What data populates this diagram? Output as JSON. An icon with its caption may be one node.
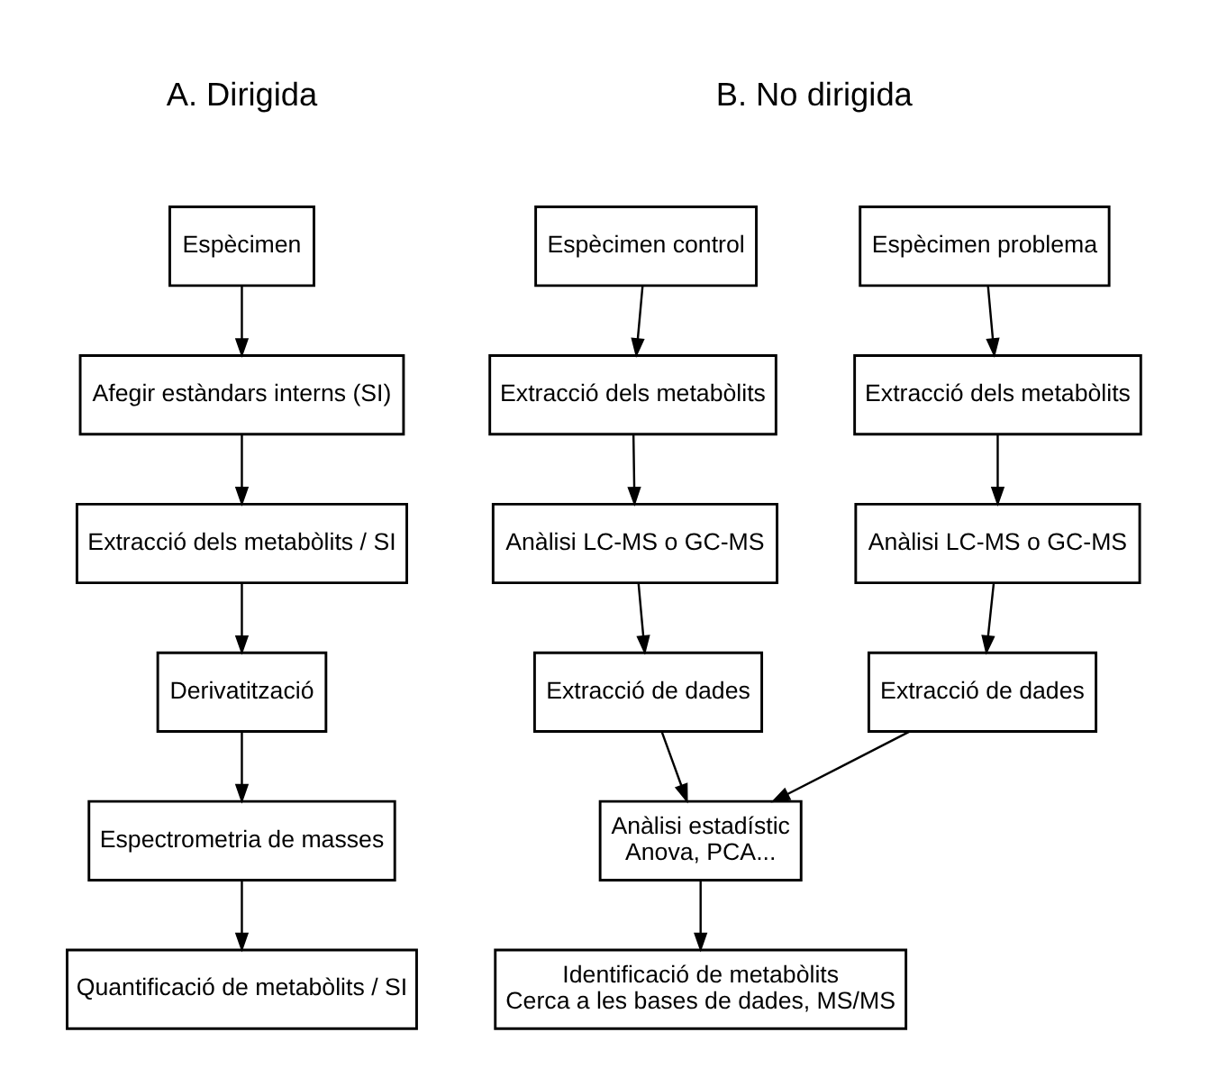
{
  "diagram": {
    "nodes": [
      {
        "text": [
          "Espècimen"
        ]
      },
      {
        "text": [
          "Afegir estàndars interns (SI)"
        ]
      },
      {
        "text": [
          "Extracció dels metabòlits / SI"
        ]
      },
      {
        "text": [
          "Derivatització"
        ]
      },
      {
        "text": [
          "Espectrometria de masses"
        ]
      },
      {
        "text": [
          "Quantificació de metabòlits / SI"
        ]
      },
      {
        "text": [
          "Espècimen control"
        ]
      },
      {
        "text": [
          "Espècimen problema"
        ]
      },
      {
        "text": [
          "Extracció dels metabòlits"
        ]
      },
      {
        "text": [
          "Extracció dels metabòlits"
        ]
      },
      {
        "text": [
          "Anàlisi LC-MS o GC-MS"
        ]
      },
      {
        "text": [
          "Anàlisi LC-MS o GC-MS"
        ]
      },
      {
        "text": [
          "Extracció de dades"
        ]
      },
      {
        "text": [
          "Extracció de dades"
        ]
      },
      {
        "text": [
          "Anàlisi estadístic",
          "Anova, PCA..."
        ]
      },
      {
        "text": [
          "Identificació de metabòlits",
          "Cerca a les bases de dades, MS/MS"
        ]
      }
    ],
    "edges": [
      {
        "from": 0,
        "to": 1,
        "arrow": "to"
      },
      {
        "from": 1,
        "to": 2,
        "arrow": "to"
      },
      {
        "from": 2,
        "to": 3,
        "arrow": "to"
      },
      {
        "from": 3,
        "to": 4,
        "arrow": "to"
      },
      {
        "from": 4,
        "to": 5,
        "arrow": "to"
      },
      {
        "from": 6,
        "to": 8,
        "arrow": "to"
      },
      {
        "from": 7,
        "to": 9,
        "arrow": "to"
      },
      {
        "from": 8,
        "to": 10,
        "arrow": "to"
      },
      {
        "from": 9,
        "to": 11,
        "arrow": "to"
      },
      {
        "from": 10,
        "to": 12,
        "arrow": "to"
      },
      {
        "from": 11,
        "to": 13,
        "arrow": "to"
      },
      {
        "from": 12,
        "to": 14,
        "arrow": "to"
      },
      {
        "from": 13,
        "to": 14,
        "arrow": "to"
      },
      {
        "from": 14,
        "to": 15,
        "arrow": "to"
      }
    ],
    "labels": [
      "A. Dirigida",
      "B. No dirigida"
    ]
  }
}
